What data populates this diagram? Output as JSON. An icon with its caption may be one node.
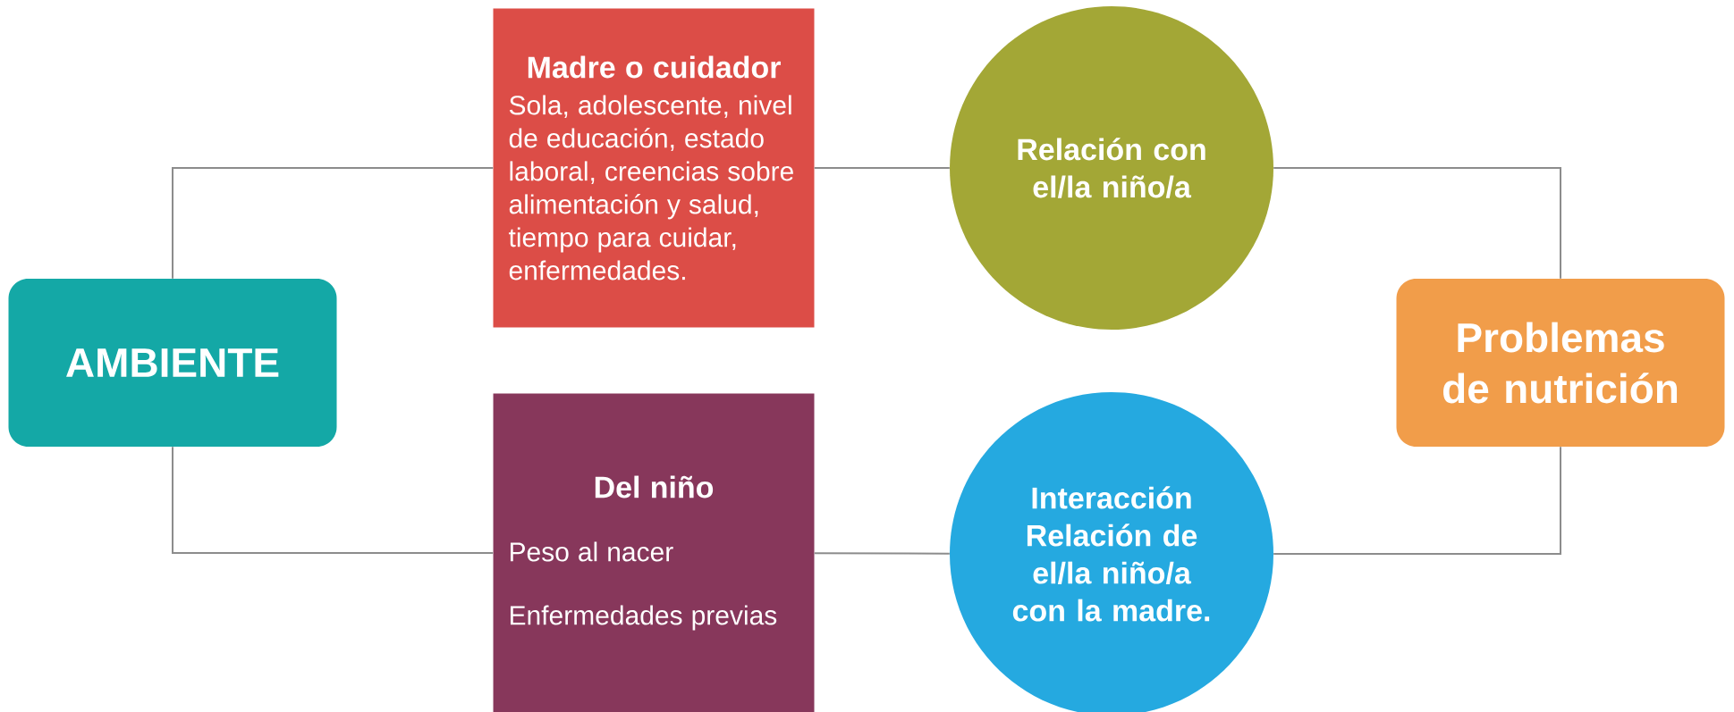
{
  "diagram": {
    "nodes": [
      {
        "text": [
          "AMBIENTE"
        ]
      },
      {
        "text": [
          "Madre o cuidador",
          "Sola, adolescente, nivel de educación, estado laboral, creencias sobre alimentación y salud, tiempo para cuidar, enfermedades."
        ]
      },
      {
        "text": [
          "Relación con el/la niño/a"
        ]
      },
      {
        "text": [
          "Problemas de nutrición"
        ]
      },
      {
        "text": [
          "Del niño",
          "Peso al nacer",
          "Enfermedades previas"
        ]
      },
      {
        "text": [
          "Interacción",
          "Relación de el/la niño/a con la madre."
        ]
      }
    ],
    "edges": [
      {
        "from": 0,
        "to": 1,
        "arrow": "none"
      },
      {
        "from": 1,
        "to": 2,
        "arrow": "none"
      },
      {
        "from": 2,
        "to": 3,
        "arrow": "none"
      },
      {
        "from": 0,
        "to": 4,
        "arrow": "none"
      },
      {
        "from": 4,
        "to": 5,
        "arrow": "none"
      },
      {
        "from": 5,
        "to": 3,
        "arrow": "none"
      }
    ]
  }
}
